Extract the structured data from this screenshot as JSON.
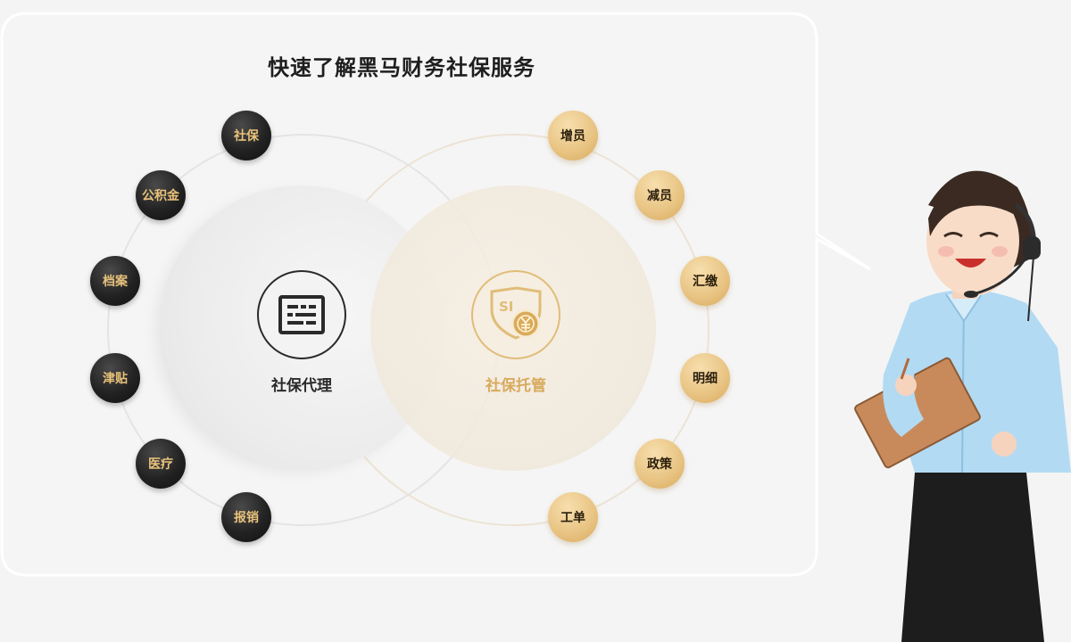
{
  "title": "快速了解黑马财务社保服务",
  "left_service": {
    "label": "社保代理",
    "icon": "document-lines-icon"
  },
  "right_service": {
    "label": "社保托管",
    "icon": "shield-yuan-icon",
    "icon_text": "SI"
  },
  "left_items": [
    "社保",
    "公积金",
    "档案",
    "津贴",
    "医疗",
    "报销"
  ],
  "right_items": [
    "增员",
    "减员",
    "汇缴",
    "明细",
    "政策",
    "工单"
  ],
  "colors": {
    "gold": "#e0bd78",
    "dark": "#1a1a1a",
    "gold_text": "#e9c27a",
    "background": "#f4f4f4",
    "bubble": "#f5f5f5"
  }
}
